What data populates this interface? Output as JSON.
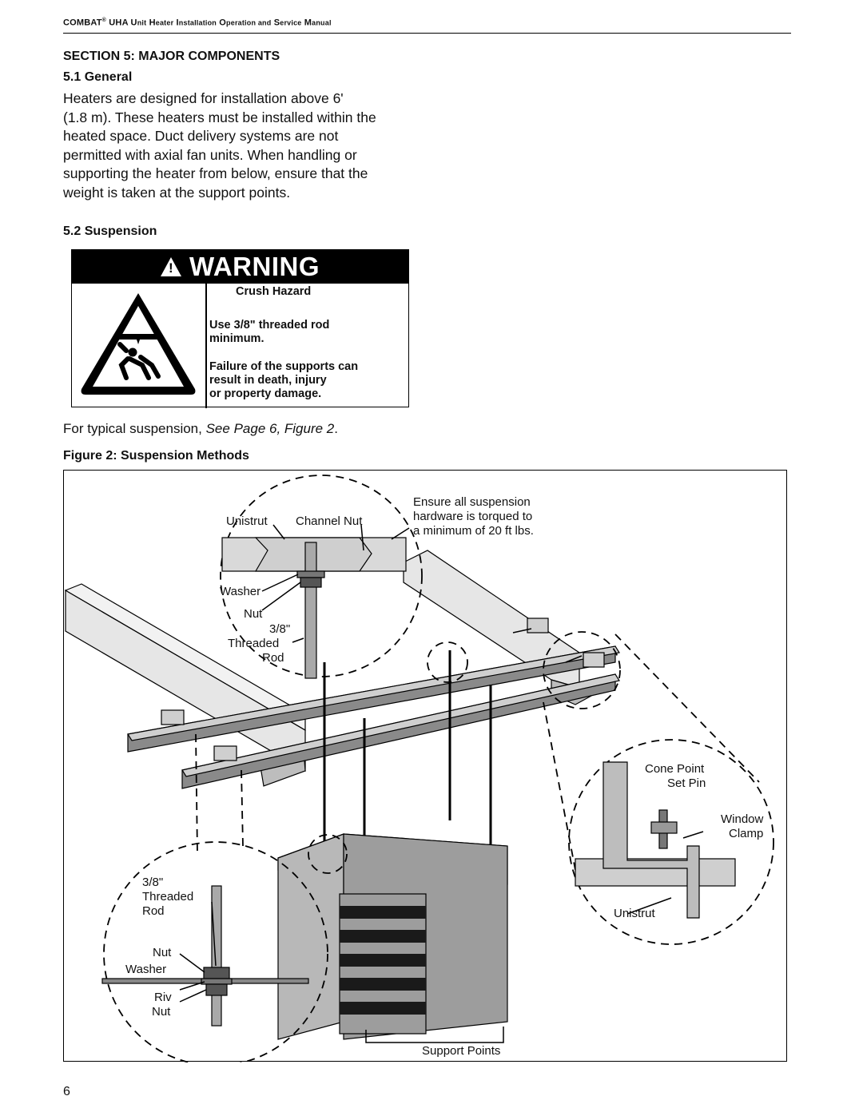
{
  "header": {
    "brand": "COMBAT",
    "reg": "®",
    "rest_prefix": "UHA U",
    "title_words": [
      "nit",
      "H",
      "eater",
      "I",
      "nstallation",
      "O",
      "peration and",
      "S",
      "ervice",
      "M",
      "anual"
    ]
  },
  "section": {
    "title": "SECTION 5: MAJOR COMPONENTS",
    "general_heading": "5.1 General",
    "general_lines": [
      "Heaters are designed for installation above 6'",
      "(1.8 m). These heaters must be installed within the",
      "heated space. Duct delivery systems are not",
      "permitted with axial fan units. When handling or",
      "supporting the heater from below, ensure that the",
      "weight is taken at the support points."
    ],
    "suspension_heading": "5.2 Suspension"
  },
  "warning": {
    "word": "WARNING",
    "hazard": "Crush Hazard",
    "line1a": "Use 3/8\" threaded rod",
    "line1b": "minimum.",
    "line2a": "Failure of the supports can",
    "line2b": "result in death, injury",
    "line2c": "or property damage."
  },
  "figure_reference": {
    "prefix": "For typical suspension, ",
    "italic": "See Page 6, Figure 2",
    "suffix": "."
  },
  "figure": {
    "title": "Figure 2: Suspension Methods",
    "labels": {
      "unistrut_top": "Unistrut",
      "channel_nut": "Channel Nut",
      "ensure_1": "Ensure all suspension",
      "ensure_2": "hardware is torqued to",
      "ensure_3": "a minimum of  20 ft lbs.",
      "washer_top": "Washer",
      "nut_top": "Nut",
      "rod_top_1": "3/8\"",
      "rod_top_2": "Threaded",
      "rod_top_3": "Rod",
      "cone_1": "Cone Point",
      "cone_2": "Set Pin",
      "window_1": "Window",
      "window_2": "Clamp",
      "unistrut_right": "Unistrut",
      "rod_bot_1": "3/8\"",
      "rod_bot_2": "Threaded",
      "rod_bot_3": "Rod",
      "nut_bot": "Nut",
      "washer_bot": "Washer",
      "riv_1": "Riv",
      "riv_2": "Nut",
      "support_points": "Support Points"
    }
  },
  "page_number": "6",
  "colors": {
    "beam_light": "#e6e6e6",
    "beam_mid": "#bdbdbd",
    "beam_dark": "#8a8a8a",
    "heater_front": "#9d9d9d",
    "heater_top": "#c9c9c9",
    "louver": "#1a1a1a"
  }
}
